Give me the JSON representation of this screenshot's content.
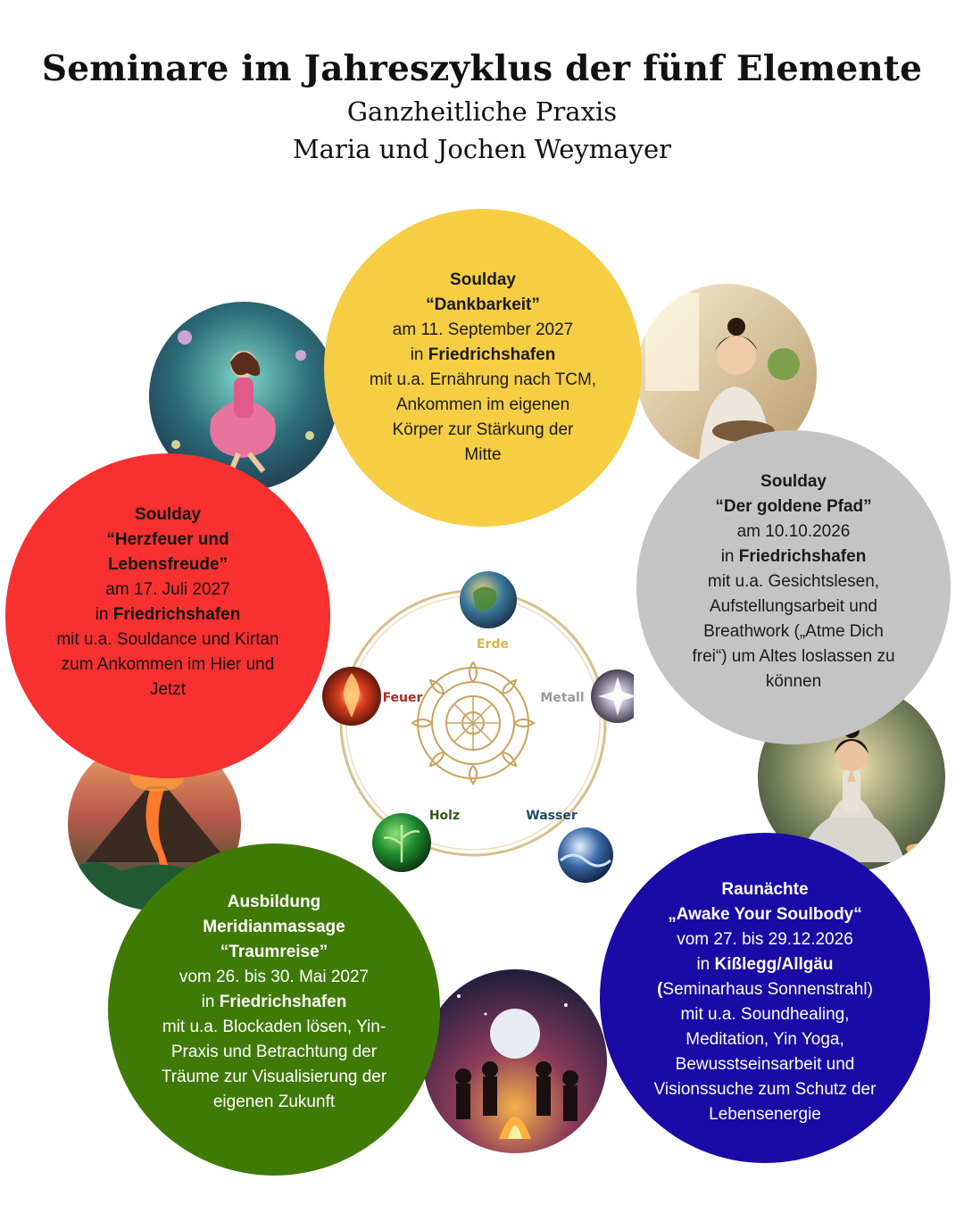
{
  "header": {
    "title": "Seminare im Jahreszyklus der fünf Elemente",
    "subtitle_1": "Ganzheitliche Praxis",
    "subtitle_2": "Maria und Jochen Weymayer"
  },
  "events": {
    "erde": {
      "type": "Soulday",
      "name": "“Dankbarkeit”",
      "date": "am 11. September 2027",
      "place_prefix": "in ",
      "place": "Friedrichshafen",
      "desc": [
        "mit u.a. Ernährung nach TCM,",
        "Ankommen im eigenen",
        "Körper zur Stärkung der",
        "Mitte"
      ]
    },
    "metall": {
      "type": "Soulday",
      "name": "“Der goldene Pfad”",
      "date": "am 10.10.2026",
      "place_prefix": "in ",
      "place": "Friedrichshafen",
      "desc": [
        "mit u.a. Gesichtslesen,",
        "Aufstellungsarbeit und",
        "Breathwork („Atme Dich",
        "frei“) um Altes loslassen zu",
        "können"
      ]
    },
    "feuer": {
      "type": "Soulday",
      "name": [
        "“Herzfeuer und",
        "Lebensfreude”"
      ],
      "date": "am 17. Juli 2027",
      "place_prefix": "in ",
      "place": "Friedrichshafen",
      "desc": [
        "mit u.a. Souldance und Kirtan",
        "zum Ankommen im Hier und",
        "Jetzt"
      ]
    },
    "holz": {
      "type": [
        "Ausbildung",
        "Meridianmassage"
      ],
      "name": "“Traumreise”",
      "date": "vom 26. bis 30. Mai 2027",
      "place_prefix": "in ",
      "place": "Friedrichshafen",
      "desc": [
        "mit u.a. Blockaden lösen, Yin-",
        "Praxis und Betrachtung der",
        "Träume zur Visualisierung der",
        "eigenen Zukunft"
      ]
    },
    "wasser": {
      "type": "Raunächte",
      "name": "„Awake Your Soulbody“",
      "date": "vom 27. bis 29.12.2026",
      "place_prefix": "in ",
      "place": "Kißlegg/Allgäu",
      "venue_paren": "(",
      "venue": "Seminarhaus Sonnenstrahl)",
      "desc": [
        "mit u.a. Soundhealing,",
        "Meditation, Yin Yoga,",
        "Bewusstseinsarbeit und",
        "Visionssuche zum Schutz der",
        "Lebensenergie"
      ]
    }
  },
  "elements": {
    "erde": "Erde",
    "metall": "Metall",
    "wasser": "Wasser",
    "holz": "Holz",
    "feuer": "Feuer"
  },
  "colors": {
    "yellow": "#f5ce43",
    "gray": "#c4c4c4",
    "red": "#f8302f",
    "green": "#3f7a06",
    "blue": "#1a0aa6",
    "gold": "#c9a25e"
  }
}
